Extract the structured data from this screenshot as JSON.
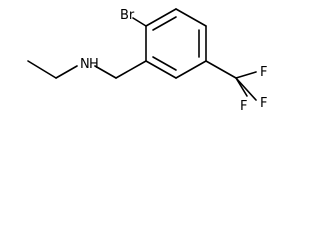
{
  "structure": {
    "atoms": {
      "bromine": "Br",
      "amine_nitrogen": "N",
      "amine_hydrogen": "H",
      "fluorine_1": "F",
      "fluorine_2": "F",
      "fluorine_3": "F"
    },
    "colors": {
      "bond": "#000000",
      "label": "#000000",
      "background": "#ffffff"
    }
  }
}
